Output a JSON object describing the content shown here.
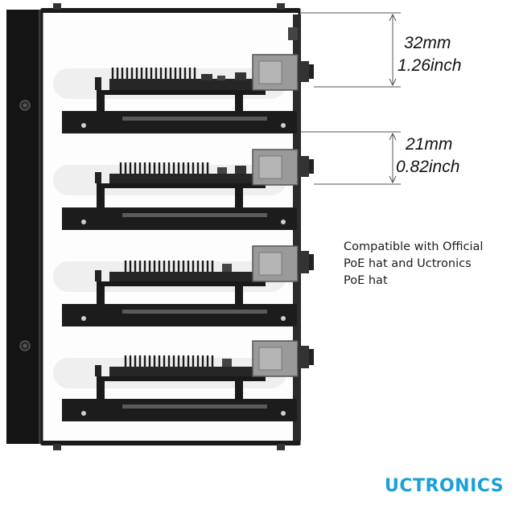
{
  "dimensions": {
    "top": {
      "metric": "32mm",
      "imperial": "1.26inch"
    },
    "bottom": {
      "metric": "21mm",
      "imperial": "0.82inch"
    }
  },
  "compatibility_note": {
    "line1": "Compatible with Official",
    "line2": "PoE hat and Uctronics",
    "line3": "PoE hat"
  },
  "brand": {
    "name": "UCTRONICS",
    "color": "#1aa0d8"
  },
  "illustration": {
    "subject": "rack mount with four stacked Raspberry Pi boards, side view",
    "board_count": 4
  }
}
